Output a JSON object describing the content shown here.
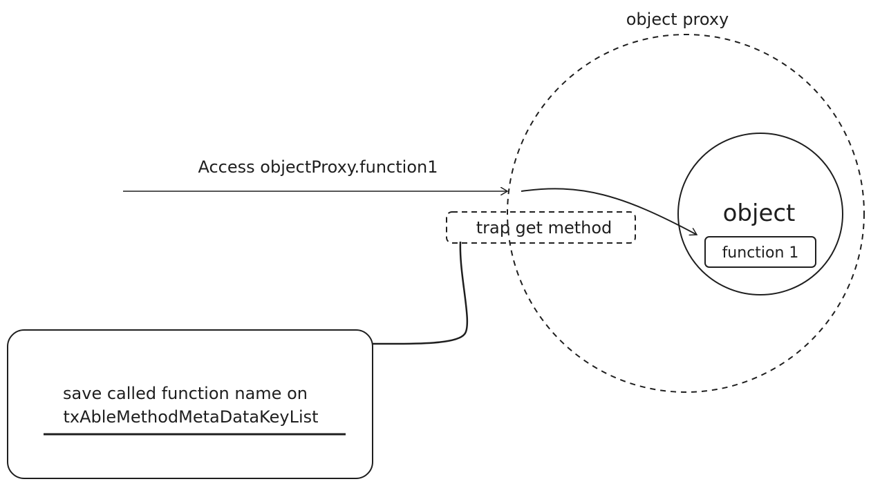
{
  "labels": {
    "proxy_title": "object proxy",
    "access": "Access objectProxy.function1",
    "trap": "trap get method",
    "object": "object",
    "function": "function 1",
    "save_line1": "save called function name on",
    "save_line2": "txAbleMethodMetaDataKeyList"
  },
  "colors": {
    "stroke": "#1e1e1e",
    "background": "#ffffff"
  }
}
